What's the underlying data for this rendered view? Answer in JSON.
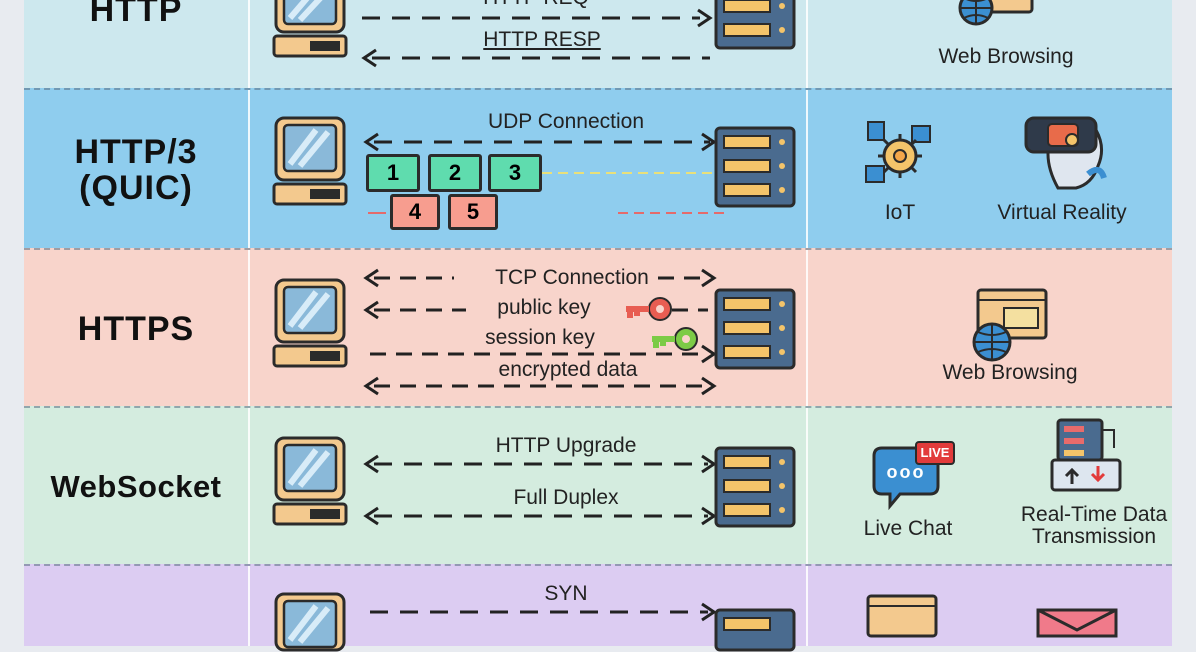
{
  "rows": [
    {
      "protocol": "HTTP",
      "messages": [
        "HTTP REQ",
        "HTTP RESP"
      ],
      "use_cases": [
        "Web Browsing"
      ],
      "bg": "#cde8ee"
    },
    {
      "protocol": "HTTP/3\n(QUIC)",
      "protocol_line1": "HTTP/3",
      "protocol_line2": "(QUIC)",
      "messages": [
        "UDP Connection"
      ],
      "packets_row1": [
        "1",
        "2",
        "3"
      ],
      "packets_row2": [
        "4",
        "5"
      ],
      "use_cases": [
        "IoT",
        "Virtual Reality"
      ],
      "bg": "#8fcdee"
    },
    {
      "protocol": "HTTPS",
      "messages": [
        "TCP Connection",
        "public key",
        "session key",
        "encrypted data"
      ],
      "use_cases": [
        "Web Browsing"
      ],
      "bg": "#f8d4cb"
    },
    {
      "protocol": "WebSocket",
      "messages": [
        "HTTP Upgrade",
        "Full Duplex"
      ],
      "use_cases": [
        "Live Chat",
        "Real-Time Data Transmission"
      ],
      "use_case_lines": [
        "Real-Time Data",
        "Transmission"
      ],
      "chat_badge": "LIVE",
      "chat_dots": "ooo",
      "bg": "#d4ecdf"
    },
    {
      "protocol": "",
      "messages": [
        "SYN"
      ],
      "use_cases": [],
      "bg": "#dcccf2"
    }
  ],
  "colors": {
    "monitor_frame": "#f3c98e",
    "monitor_screen": "#8ab9d9",
    "server_body": "#4a6b8f",
    "server_slot": "#f4c46a",
    "packet_green": "#5fdcae",
    "packet_red": "#f79d8f",
    "key_red": "#e85d52",
    "key_green": "#7ccb46",
    "globe": "#3b8fd1"
  },
  "icons": [
    "computer-icon",
    "server-icon",
    "globe-browser-icon",
    "iot-gear-icon",
    "vr-headset-icon",
    "key-icon",
    "chat-bubble-icon",
    "data-transfer-icon",
    "email-icon"
  ]
}
